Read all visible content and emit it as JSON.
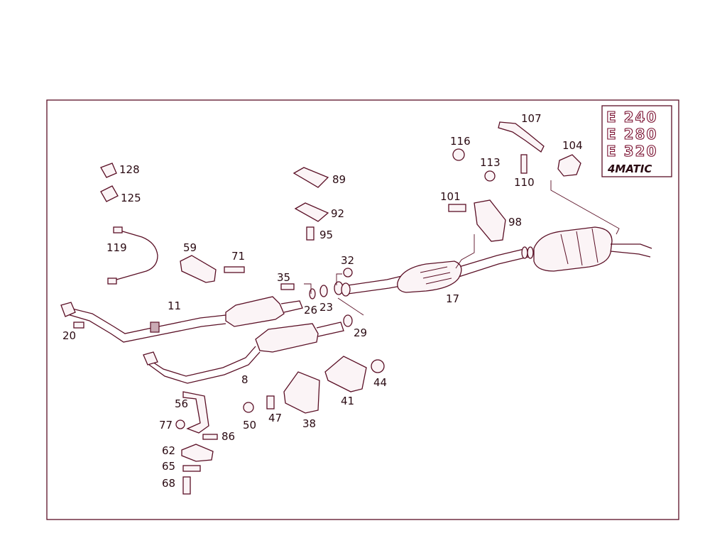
{
  "frame": {
    "border_color": "#5a0f25",
    "accent_color": "#c0395a"
  },
  "model_badges": [
    "E 240",
    "E 280",
    "E 320",
    "4MATIC"
  ],
  "part_labels": {
    "p107": "107",
    "p116": "116",
    "p104": "104",
    "p113": "113",
    "p110": "110",
    "p128": "128",
    "p125": "125",
    "p89": "89",
    "p92": "92",
    "p95": "95",
    "p101": "101",
    "p98": "98",
    "p119": "119",
    "p59": "59",
    "p71": "71",
    "p32": "32",
    "p35": "35",
    "p26": "26",
    "p23": "23",
    "p17": "17",
    "p11": "11",
    "p20": "20",
    "p29": "29",
    "p8": "8",
    "p44": "44",
    "p41": "41",
    "p56": "56",
    "p50": "50",
    "p47": "47",
    "p38": "38",
    "p77": "77",
    "p86": "86",
    "p62": "62",
    "p65": "65",
    "p68": "68"
  }
}
